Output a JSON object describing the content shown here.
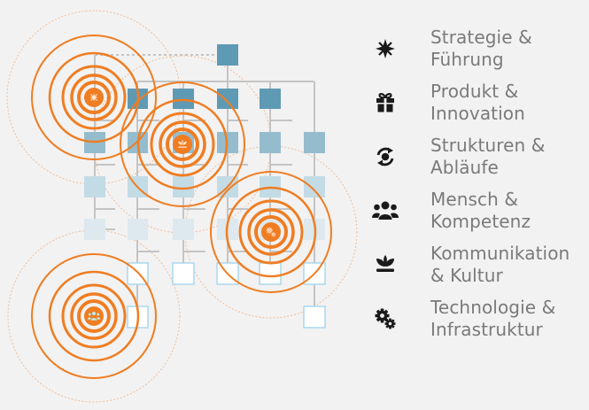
{
  "colors": {
    "background": "#f2f2f2",
    "accent_orange": "#ef7d22",
    "square_dark": "#5f9ab5",
    "square_mid": "#94bccd",
    "square_light": "#c3dbe5",
    "square_faint": "#dde9ee",
    "square_outline": "#a9d8ee",
    "connector": "#c4c4c4",
    "text": "#7a7a7a",
    "icon": "#1a1a1a"
  },
  "legend": [
    {
      "icon": "compass-icon",
      "lines": [
        "Strategie &",
        "Führung"
      ]
    },
    {
      "icon": "gift-icon",
      "lines": [
        "Produkt &",
        "Innovation"
      ]
    },
    {
      "icon": "cycle-icon",
      "lines": [
        "Strukturen &",
        "Abläufe"
      ]
    },
    {
      "icon": "people-icon",
      "lines": [
        "Mensch &",
        "Kompetenz"
      ]
    },
    {
      "icon": "plant-icon",
      "lines": [
        "Kommunikation",
        "& Kultur"
      ]
    },
    {
      "icon": "gears-icon",
      "lines": [
        "Technologie &",
        "Infrastruktur"
      ]
    }
  ],
  "hotspots": [
    {
      "icon": "compass-icon"
    },
    {
      "icon": "plant-icon"
    },
    {
      "icon": "gears-icon"
    },
    {
      "icon": "people-icon"
    }
  ]
}
